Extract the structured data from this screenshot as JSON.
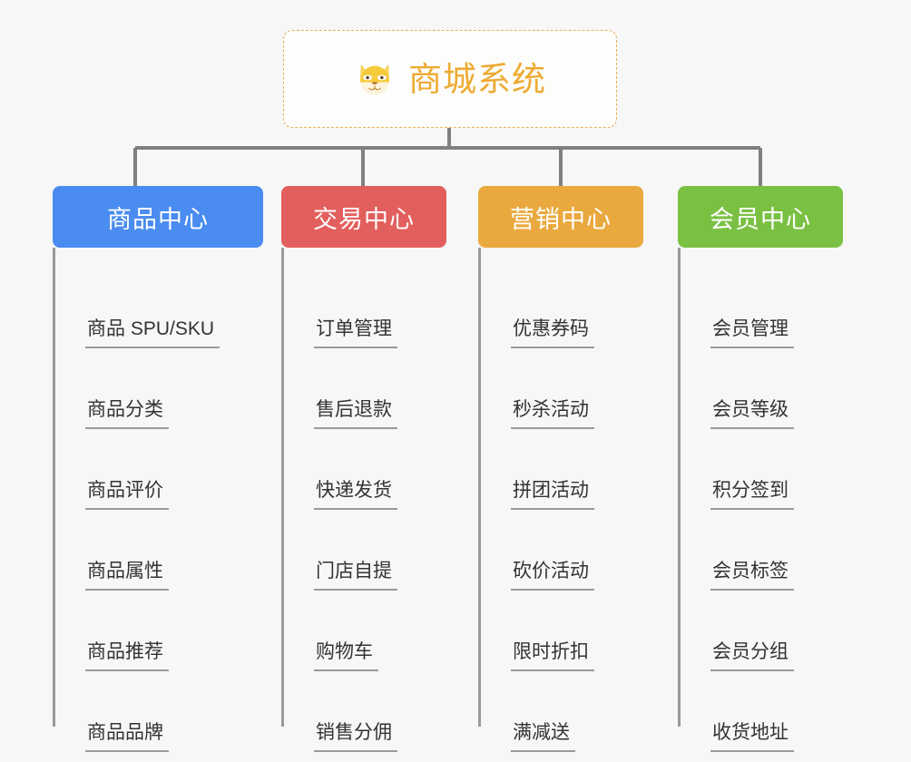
{
  "root": {
    "title": "商城系统",
    "icon": "shiba-dog-face-icon",
    "border_color": "#e8b054",
    "text_color": "#eeaa33",
    "background": "#fdfdfb"
  },
  "canvas": {
    "background": "#f7f7f7",
    "connector_color": "#808080",
    "divider_color": "#9a9a9a",
    "item_text_color": "#333333"
  },
  "columns": [
    {
      "title": "商品中心",
      "color": "#4a8cf0",
      "items": [
        "商品 SPU/SKU",
        "商品分类",
        "商品评价",
        "商品属性",
        "商品推荐",
        "商品品牌"
      ]
    },
    {
      "title": "交易中心",
      "color": "#e35f5d",
      "items": [
        "订单管理",
        "售后退款",
        "快递发货",
        "门店自提",
        "购物车",
        "销售分佣"
      ]
    },
    {
      "title": "营销中心",
      "color": "#eaa93e",
      "items": [
        "优惠券码",
        "秒杀活动",
        "拼团活动",
        "砍价活动",
        "限时折扣",
        "满减送"
      ]
    },
    {
      "title": "会员中心",
      "color": "#7ac143",
      "items": [
        "会员管理",
        "会员等级",
        "积分签到",
        "会员标签",
        "会员分组",
        "收货地址"
      ]
    }
  ]
}
